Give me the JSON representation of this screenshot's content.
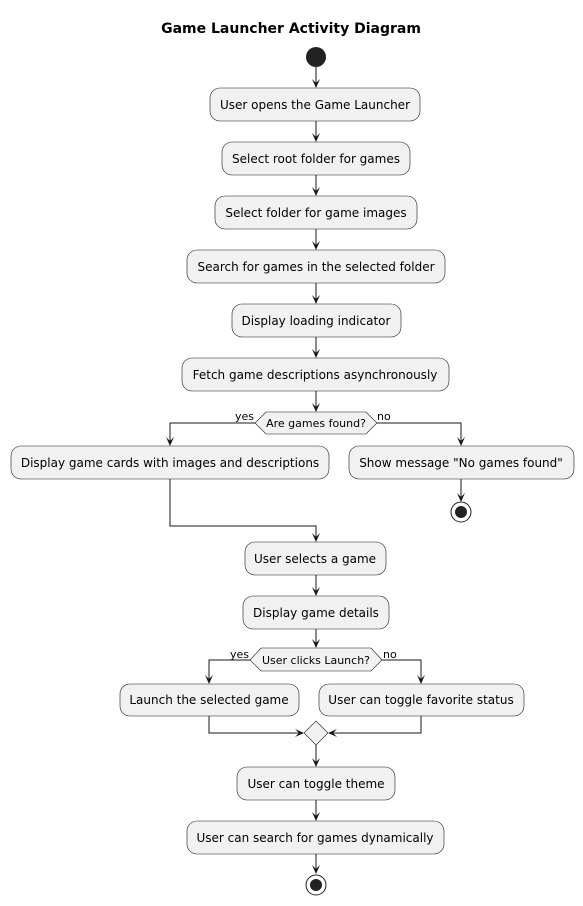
{
  "title": "Game Launcher Activity Diagram",
  "actions": {
    "open": "User opens the Game Launcher",
    "root": "Select root folder for games",
    "images": "Select folder for game images",
    "search": "Search for games in the selected folder",
    "loading": "Display loading indicator",
    "fetch": "Fetch game descriptions asynchronously",
    "cards": "Display game cards with images and descriptions",
    "nogames": "Show message \"No games found\"",
    "select": "User selects a game",
    "details": "Display game details",
    "launch": "Launch the selected game",
    "favorite": "User can toggle favorite status",
    "theme": "User can toggle theme",
    "dynsearch": "User can search for games dynamically"
  },
  "decisions": {
    "found": "Are games found?",
    "launch": "User clicks Launch?"
  },
  "branches": {
    "found_yes": "yes",
    "found_no": "no",
    "launch_yes": "yes",
    "launch_no": "no"
  },
  "colors": {
    "node_fill": "#f1f1f1",
    "stroke": "#181818",
    "start_end": "#222222"
  }
}
